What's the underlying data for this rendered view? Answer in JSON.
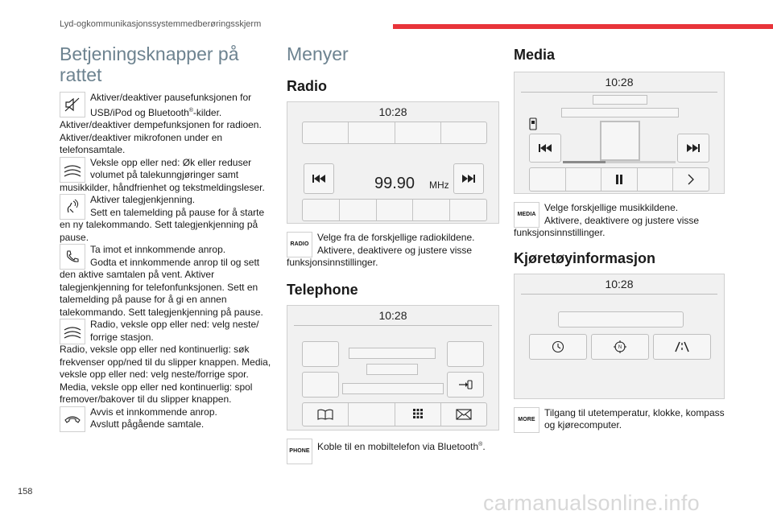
{
  "header": {
    "title": "Lyd-ogkommunikasjonssystemmedberøringsskjerm",
    "accent_color": "#e8343a"
  },
  "page_number": "158",
  "watermark": "carmanualsonline.info",
  "left": {
    "heading": "Betjeningsknapper på rattet",
    "entries": [
      {
        "icon": "mute-icon",
        "line1": "Aktiver/deaktiver pausefunksjonen for",
        "line2a": "USB/iPod og Bluetooth",
        "reg": "®",
        "line2b": "-kilder.",
        "rest": "Aktiver/deaktiver dempefunksjonen for radioen. Aktiver/deaktiver mikrofonen under en telefonsamtale."
      },
      {
        "icon": "scroll-wheel-icon",
        "line1": "Veksle opp eller ned: Øk eller reduser",
        "line2": "volumet på talekunngjøringer samt",
        "rest": "musikkilder, håndfrienhet og tekstmeldingsleser."
      },
      {
        "icon": "voice-command-icon",
        "line1": "Aktiver talegjenkjenning.",
        "line2": "Sett en talemelding på pause for å starte",
        "rest": "en ny talekommando. Sett talegjenkjenning på pause."
      },
      {
        "icon": "phone-answer-icon",
        "line1": "Ta imot et innkommende anrop.",
        "line2": "Godta et innkommende anrop til og sett",
        "rest": "den aktive samtalen på vent. Aktiver talegjenkjenning for telefonfunksjonen. Sett en talemelding på pause for å gi en annen talekommando. Sett talegjenkjenning på pause."
      },
      {
        "icon": "scroll-wheel-icon",
        "line1": "Radio, veksle opp eller ned: velg neste/",
        "line2": "forrige stasjon.",
        "rest": "Radio, veksle opp eller ned kontinuerlig: søk frekvenser opp/ned til du slipper knappen. Media, veksle opp eller ned: velg neste/forrige spor. Media, veksle opp eller ned kontinuerlig: spol fremover/bakover til du slipper knappen."
      },
      {
        "icon": "phone-hangup-icon",
        "line1": "Avvis et innkommende anrop.",
        "line2": "Avslutt pågående samtale.",
        "rest": ""
      }
    ]
  },
  "middle": {
    "heading": "Menyer",
    "radio": {
      "title": "Radio",
      "clock": "10:28",
      "frequency": "99.90",
      "unit": "MHz",
      "icon_label": "RADIO",
      "text1": "Velge fra de forskjellige radiokildene.",
      "text2": "Aktivere, deaktivere og justere visse",
      "text3": "funksjonsinnstillinger."
    },
    "telephone": {
      "title": "Telephone",
      "clock": "10:28",
      "icon_label": "PHONE",
      "text1": "Koble til en mobiltelefon via Bluetooth",
      "reg": "®",
      "text1_end": "."
    }
  },
  "right": {
    "media": {
      "title": "Media",
      "clock": "10:28",
      "progress": 0.38,
      "icon_label": "MEDIA",
      "text1": "Velge forskjellige musikkildene.",
      "text2": "Aktivere, deaktivere og justere visse",
      "text3": "funksjonsinnstillinger."
    },
    "vehicle": {
      "title": "Kjøretøyinformasjon",
      "clock": "10:28",
      "icon_label": "MORE",
      "text1": "Tilgang til utetemperatur, klokke, kompass",
      "text2": "og kjørecomputer."
    }
  }
}
